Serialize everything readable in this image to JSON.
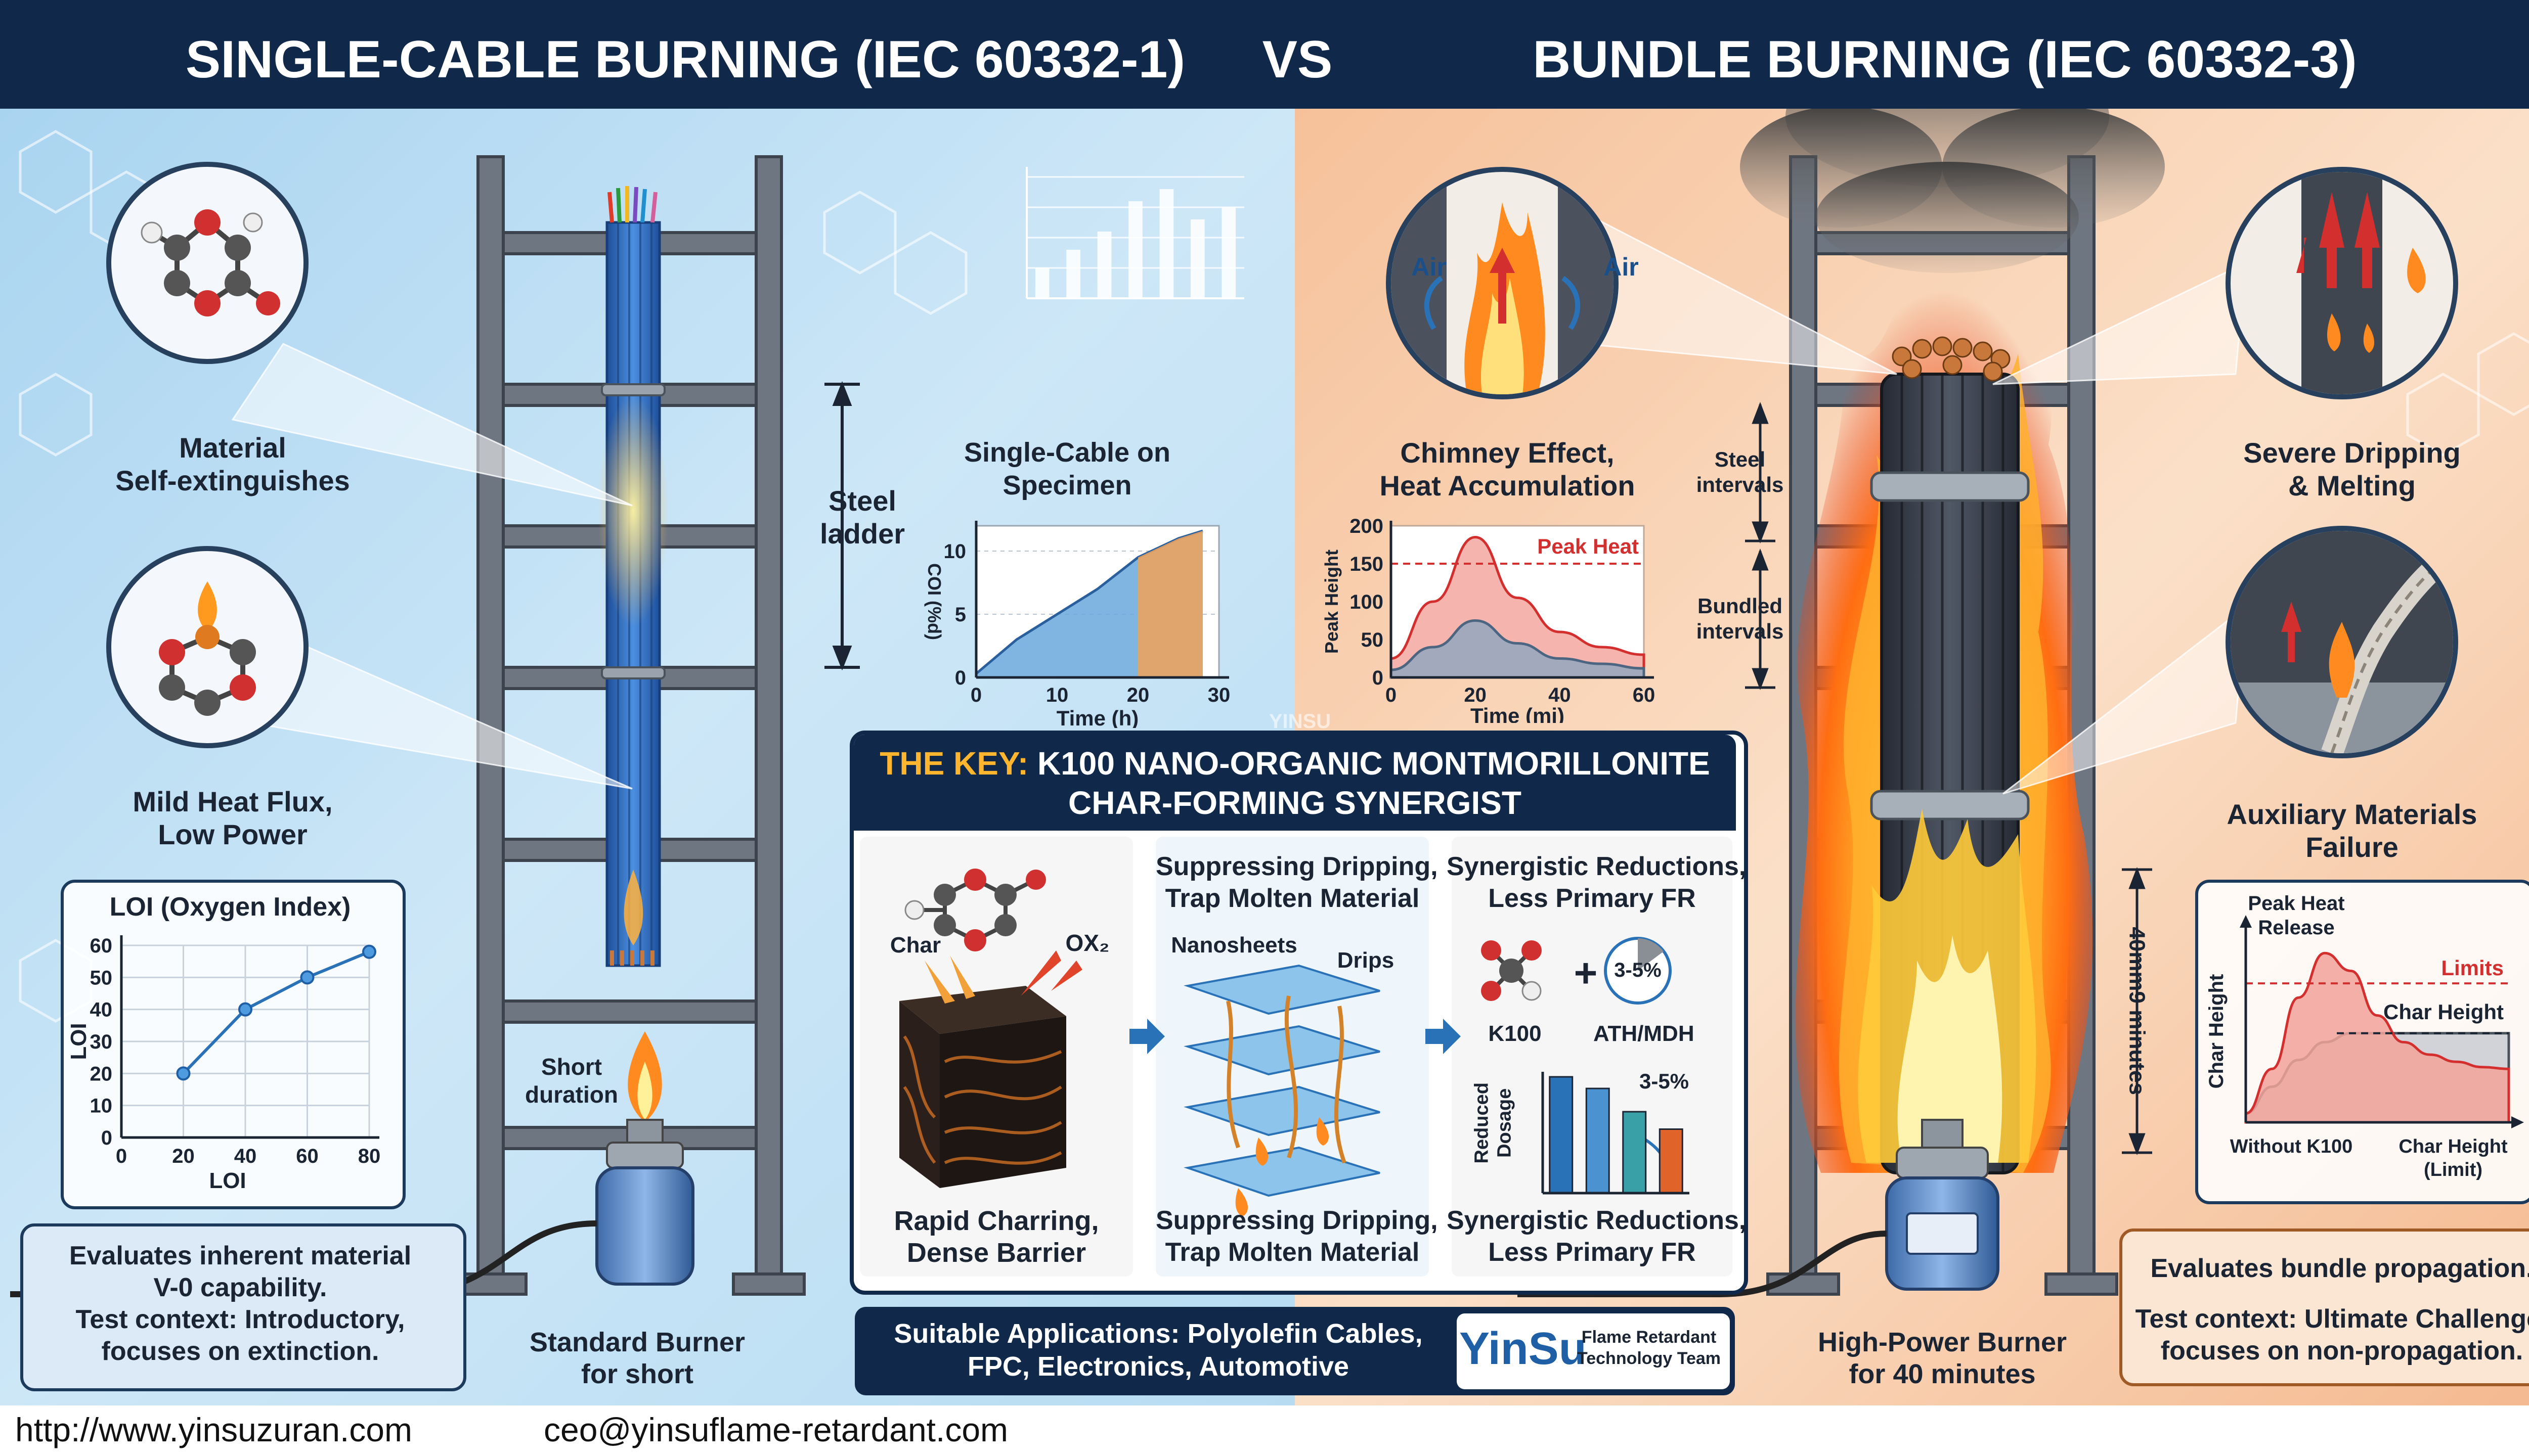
{
  "header": {
    "left_title": "SINGLE-CABLE BURNING (IEC 60332-1)",
    "vs": "VS",
    "right_title": "BUNDLE BURNING (IEC 60332-3)"
  },
  "left": {
    "bubble1_label": [
      "Material",
      "Self-extinguishes"
    ],
    "bubble2_label": [
      "Mild Heat Flux,",
      "Low Power"
    ],
    "steel_ladder": [
      "Steel",
      "ladder"
    ],
    "short_duration": [
      "Short",
      "duration"
    ],
    "burner_label": [
      "Standard Burner",
      "for short"
    ],
    "mini_chart_title": [
      "Single-Cable on",
      "Specimen"
    ],
    "bottom_box": [
      "Evaluates inherent material",
      "V-0 capability.",
      "Test context: Introductory,",
      "focuses on extinction."
    ]
  },
  "right": {
    "bubble1_label": [
      "Chimney Effect,",
      "Heat Accumulation"
    ],
    "air_left": "Air",
    "air_right": "Air",
    "bubble2_label": [
      "Severe Dripping",
      "& Melting"
    ],
    "bubble3_label": [
      "Auxiliary Materials",
      "Failure"
    ],
    "steel_intervals": [
      "Steel",
      "intervals"
    ],
    "bundled_intervals": [
      "Bundled",
      "intervals"
    ],
    "minutes_label": "40mm9 minutes",
    "burner_label": [
      "High-Power Burner",
      "for 40 minutes"
    ],
    "bottom_box": [
      "Evaluates bundle propagation.",
      "Test context: Ultimate Challenge,",
      "focuses on non-propagation."
    ]
  },
  "key": {
    "title_prefix": "THE KEY:",
    "title_line1": " K100 NANO-ORGANIC MONTMORILLONITE",
    "title_line2": "CHAR-FORMING SYNERGIST",
    "watermark": "YINSU",
    "col1": {
      "char": "Char",
      "ox": "OX₂",
      "caption": [
        "Rapid Charring,",
        "Dense Barrier"
      ]
    },
    "col2": {
      "heading": [
        "Suppressing Dripping,",
        "Trap Molten Material"
      ],
      "nanosheets": "Nanosheets",
      "drips": "Drips",
      "caption": [
        "Suppressing Dripping,",
        "Trap Molten Material"
      ]
    },
    "col3": {
      "heading": [
        "Synergistic Reductions,",
        "Less Primary FR"
      ],
      "k100": "K100",
      "plus": "+",
      "pct": "3-5%",
      "athmdh": "ATH/MDH",
      "reduced": [
        "Reduced",
        "Dosage"
      ],
      "pct2": "3-5%",
      "caption": [
        "Synergistic Reductions,",
        "Less Primary FR"
      ]
    },
    "applications": [
      "Suitable Applications: Polyolefin Cables,",
      "FPC, Electronics, Automotive"
    ],
    "brand": "YinSu",
    "brand_sub": [
      "Flame Retardant",
      "Technology Team"
    ]
  },
  "footer": {
    "url": "http://www.yinsuzuran.com",
    "email": "ceo@yinsuflame-retardant.com"
  },
  "colors": {
    "header_bg": "#10284a",
    "left_bg": "#bfe0f4",
    "right_bg": "#f8cba6",
    "accent_blue": "#2a72b8",
    "accent_red": "#d42f2f",
    "flame": "#ff9a1f"
  },
  "chart_data": [
    {
      "type": "line",
      "title": "LOI (Oxygen Index)",
      "xlabel": "LOI",
      "ylabel": "LOI",
      "x": [
        0,
        20,
        40,
        60,
        80
      ],
      "xticks": [
        "0",
        "20",
        "40",
        "60",
        "80"
      ],
      "yticks": [
        "0",
        "10",
        "20",
        "30",
        "40",
        "50",
        "60"
      ],
      "xlim": [
        0,
        80
      ],
      "ylim": [
        0,
        60
      ],
      "series": [
        {
          "values": [
            null,
            20,
            40,
            50,
            58
          ]
        }
      ],
      "grid": true
    },
    {
      "type": "area",
      "title": "",
      "xlabel": "Time (h)",
      "ylabel": "COI (%d)",
      "xticks": [
        "0",
        "10",
        "20",
        "30"
      ],
      "yticks": [
        "0",
        "5",
        "10"
      ],
      "xlim": [
        0,
        30
      ],
      "ylim": [
        0,
        12
      ],
      "x": [
        0,
        5,
        10,
        15,
        20,
        25,
        28
      ],
      "series": [
        {
          "values": [
            0.3,
            3,
            5,
            7,
            9.5,
            11,
            11.6
          ]
        }
      ],
      "grid": true
    },
    {
      "type": "area",
      "title": "",
      "xlabel": "Time (mi)",
      "ylabel": "Peak Height",
      "xticks": [
        "0",
        "20",
        "40",
        "60"
      ],
      "yticks": [
        "0",
        "50",
        "100",
        "150",
        "200"
      ],
      "xlim": [
        0,
        60
      ],
      "ylim": [
        0,
        200
      ],
      "annotation": "Peak Heat",
      "reference_line": 150,
      "x": [
        0,
        10,
        20,
        30,
        40,
        50,
        60
      ],
      "series": [
        {
          "values": [
            25,
            100,
            185,
            105,
            60,
            40,
            30
          ]
        },
        {
          "values": [
            10,
            40,
            75,
            45,
            25,
            18,
            12
          ]
        }
      ],
      "grid": false
    },
    {
      "type": "area",
      "title": "",
      "ylabel": "Char Height",
      "xticks": [
        "Without K100",
        "Char Height\n(Limit)"
      ],
      "annotations": [
        "Peak Heat\nRelease",
        "Limits",
        "Char Height"
      ],
      "x": [
        0,
        1,
        2,
        3,
        4,
        5,
        6,
        7,
        8,
        9,
        10
      ],
      "series": [
        {
          "values": [
            0.5,
            3,
            7,
            9.5,
            8.5,
            6,
            4.5,
            3.8,
            3.4,
            3.1,
            3.0
          ]
        },
        {
          "values": [
            0.5,
            2,
            3.5,
            4.5,
            5,
            5,
            5,
            5,
            5,
            5,
            5
          ]
        }
      ],
      "limit_line": 7.8,
      "char_line": 5,
      "grid": false
    },
    {
      "type": "bar",
      "title": "",
      "ylabel": "Reduced Dosage",
      "annotation": "3-5%",
      "categories": [
        "",
        "",
        "",
        ""
      ],
      "values": [
        10,
        9,
        7,
        5.5
      ]
    },
    {
      "type": "bar",
      "title": "",
      "categories": [
        "",
        "",
        "",
        "",
        "",
        "",
        ""
      ],
      "values": [
        2.5,
        4,
        5.5,
        8,
        9,
        6.5,
        7.5
      ]
    }
  ]
}
